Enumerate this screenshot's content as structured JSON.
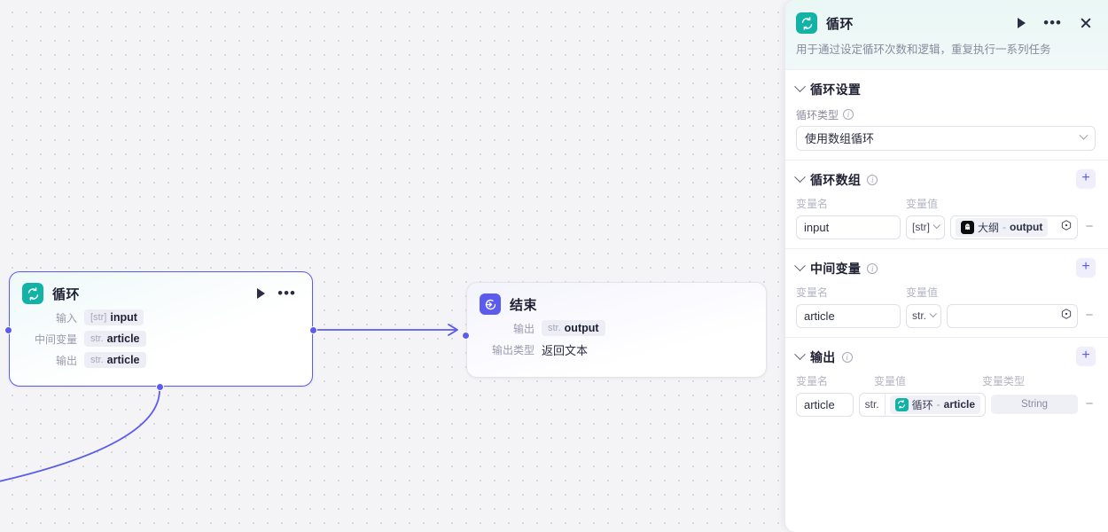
{
  "canvas": {
    "nodes": [
      {
        "id": "loop",
        "title": "循环",
        "icon": "loop-icon",
        "selected": true,
        "rows": [
          {
            "label": "输入",
            "type": "[str]",
            "value": "input"
          },
          {
            "label": "中间变量",
            "type": "str.",
            "value": "article"
          },
          {
            "label": "输出",
            "type": "str.",
            "value": "article"
          }
        ]
      },
      {
        "id": "end",
        "title": "结束",
        "icon": "end-icon",
        "selected": false,
        "rows": [
          {
            "label": "输出",
            "type": "str.",
            "value": "output"
          },
          {
            "label": "输出类型",
            "type": "",
            "value": "返回文本"
          }
        ]
      }
    ]
  },
  "panel": {
    "header": {
      "title": "循环",
      "icon": "loop-icon",
      "description": "用于通过设定循环次数和逻辑，重复执行一系列任务",
      "actions": [
        {
          "name": "run-button",
          "label": "▶"
        },
        {
          "name": "more-button",
          "label": "···"
        },
        {
          "name": "close-button",
          "label": "✕"
        }
      ]
    },
    "sections": [
      {
        "id": "loop-settings",
        "title": "循环设置",
        "has_info": false,
        "has_add": false,
        "field_label": "循环类型",
        "select_value": "使用数组循环"
      },
      {
        "id": "loop-array",
        "title": "循环数组",
        "has_info": true,
        "has_add": true,
        "add_label": "+",
        "columns": [
          "变量名",
          "变量值"
        ],
        "rows": [
          {
            "name": "input",
            "type": "[str]",
            "ref_icon": "llm-icon",
            "ref_source": "大纲",
            "ref_sep": "-",
            "ref_field": "output",
            "remove_label": "−"
          }
        ]
      },
      {
        "id": "intermediate-vars",
        "title": "中间变量",
        "has_info": true,
        "has_add": true,
        "add_label": "+",
        "columns": [
          "变量名",
          "变量值"
        ],
        "rows": [
          {
            "name": "article",
            "type": "str.",
            "value": "",
            "remove_label": "−"
          }
        ]
      },
      {
        "id": "output",
        "title": "输出",
        "has_info": true,
        "has_add": true,
        "add_label": "+",
        "columns": [
          "变量名",
          "变量值",
          "变量类型"
        ],
        "rows": [
          {
            "name": "article",
            "type": "str.",
            "ref_icon": "loop-icon",
            "ref_source": "循环",
            "ref_sep": "-",
            "ref_field": "article",
            "var_type": "String",
            "remove_label": "−"
          }
        ]
      }
    ]
  },
  "colors": {
    "accent": "#5b5bef",
    "loop_brand": "#12b2a6",
    "end_brand": "#5b5bef",
    "canvas_bg": "#f4f4f6"
  }
}
